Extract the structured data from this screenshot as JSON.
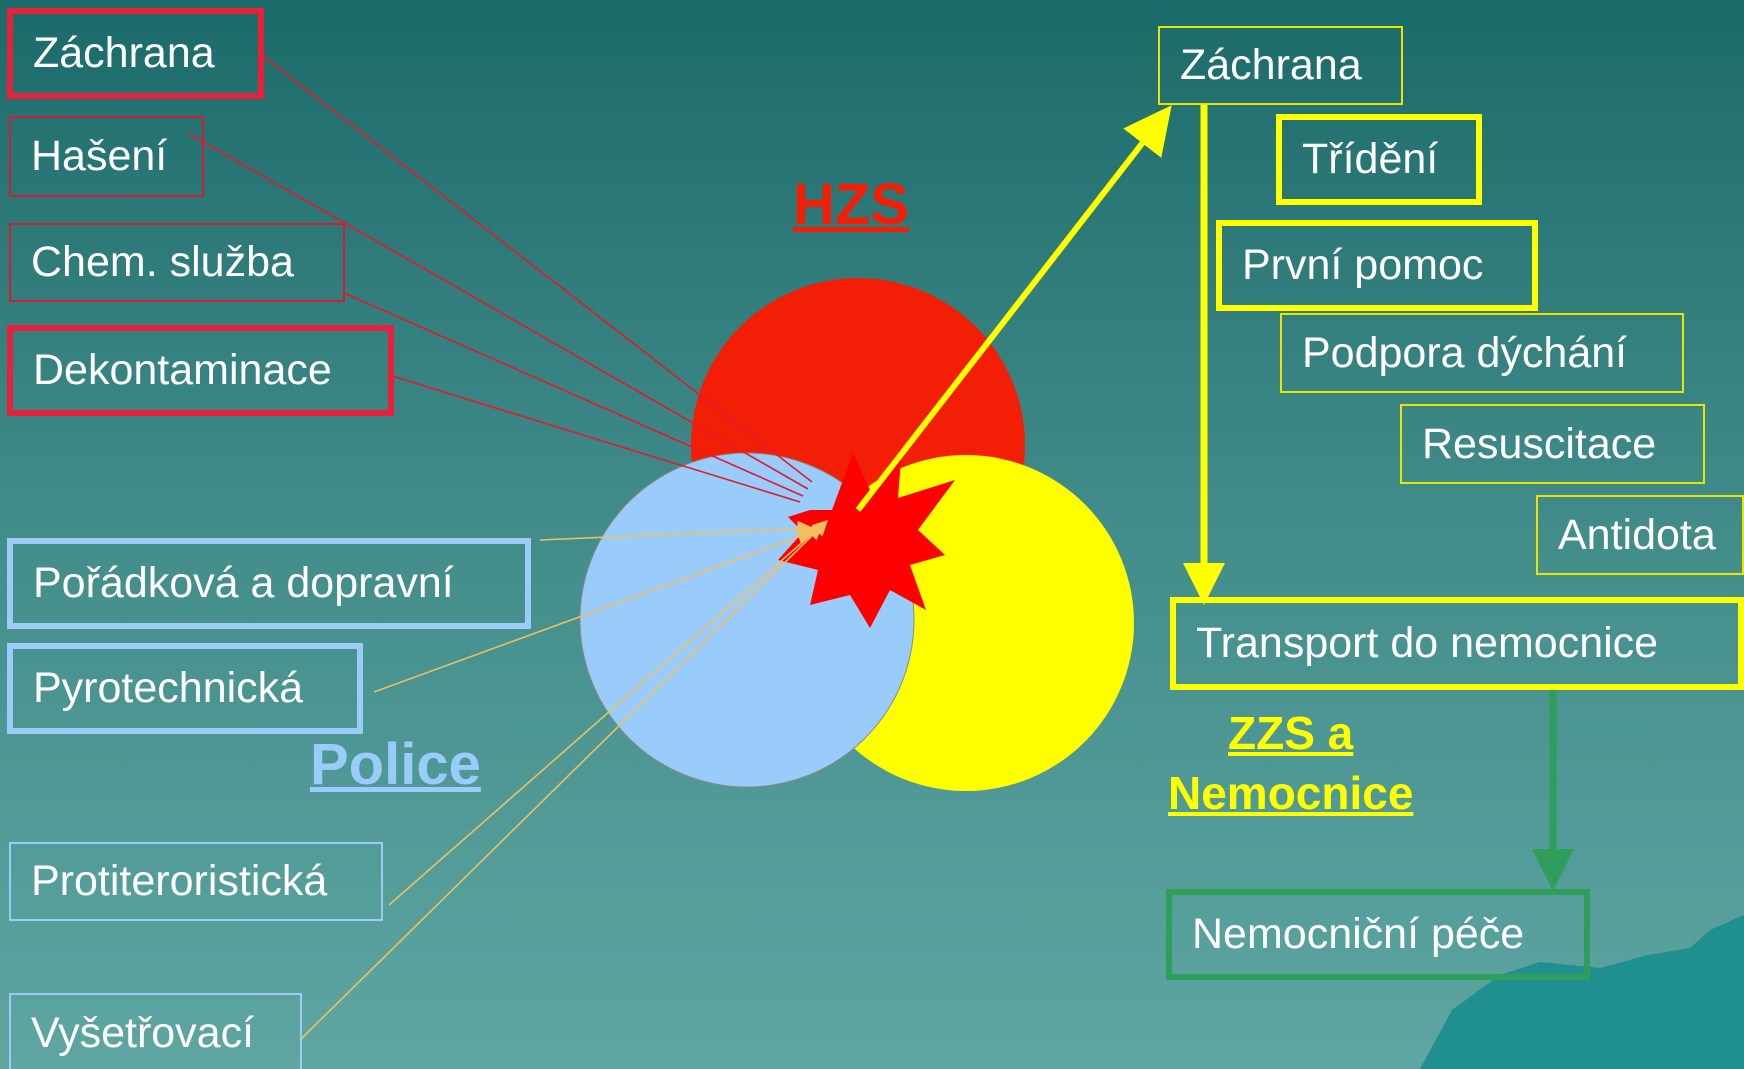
{
  "colors": {
    "hzs": "#f21e06",
    "police": "#99ccfa",
    "zzs": "#ffff00",
    "hospital": "#2e9e5a",
    "burst": "#ff0000"
  },
  "titles": {
    "hzs": "HZS",
    "police": "Police",
    "zzs_line1": "ZZS a",
    "zzs_line2": "Nemocnice"
  },
  "hzs_tasks": [
    "Záchrana",
    "Hašení",
    "Chem. služba",
    "Dekontaminace"
  ],
  "police_tasks": [
    "Pořádková a dopravní",
    "Pyrotechnická",
    "Protiteroristická",
    "Vyšetřovací"
  ],
  "zzs_tasks": [
    "Záchrana",
    "Třídění",
    "První pomoc",
    "Podpora dýchání",
    "Resuscitace",
    "Antidota",
    "Transport do nemocnice"
  ],
  "hospital_task": "Nemocniční péče"
}
